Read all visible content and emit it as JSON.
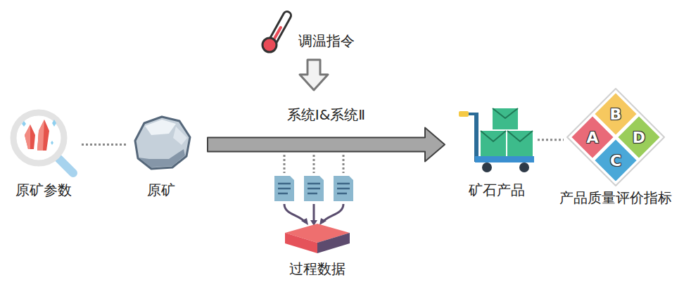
{
  "diagram": {
    "nodes": [
      {
        "text": [
          "原矿参数"
        ]
      },
      {
        "text": [
          "原矿"
        ]
      },
      {
        "text": [
          "调温指令"
        ]
      },
      {
        "text": [
          "矿石产品"
        ]
      },
      {
        "text": [
          "产品质量评价指标"
        ]
      },
      {
        "text": [
          "B"
        ],
        "in": 4
      },
      {
        "text": [
          "A"
        ],
        "in": 4
      },
      {
        "text": [
          "D"
        ],
        "in": 4
      },
      {
        "text": [
          "C"
        ],
        "in": 4
      },
      {
        "text": [
          "过程数据"
        ]
      }
    ],
    "edges": [
      {
        "from": 0,
        "to": 1,
        "arrow": "none"
      },
      {
        "from": 1,
        "to": 3,
        "arrow": "to",
        "label": "系统Ⅰ&系统Ⅱ"
      },
      {
        "from": 3,
        "to": 4,
        "arrow": "none"
      }
    ]
  }
}
